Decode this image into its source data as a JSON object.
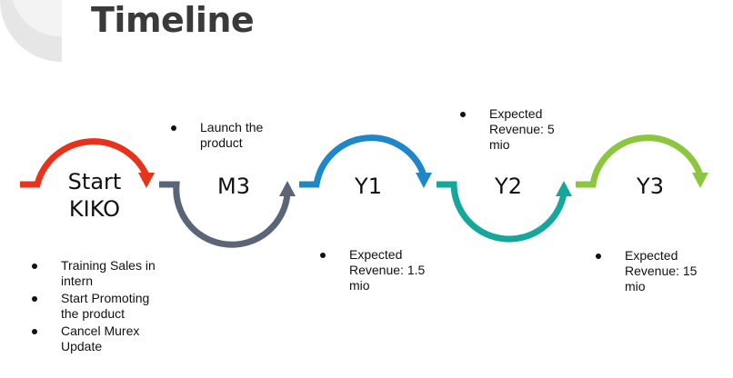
{
  "title": "Timeline",
  "colors": {
    "start": "#e8321c",
    "m3": "#5a6577",
    "y1": "#1f86c8",
    "y2": "#16a79c",
    "y3": "#8cc63f",
    "corner": "#d9d9d9"
  },
  "milestones": [
    {
      "label": "Start\nKIKO"
    },
    {
      "label": "M3"
    },
    {
      "label": "Y1"
    },
    {
      "label": "Y2"
    },
    {
      "label": "Y3"
    }
  ],
  "notes": {
    "start": [
      "Training Sales in\nintern",
      "Start Promoting\nthe product",
      "Cancel Murex\nUpdate"
    ],
    "m3": [
      "Launch the\nproduct"
    ],
    "y1": [
      "Expected\nRevenue: 1.5\nmio"
    ],
    "y2": [
      "Expected\nRevenue: 5\nmio"
    ],
    "y3": [
      "Expected\nRevenue: 15\nmio"
    ]
  }
}
